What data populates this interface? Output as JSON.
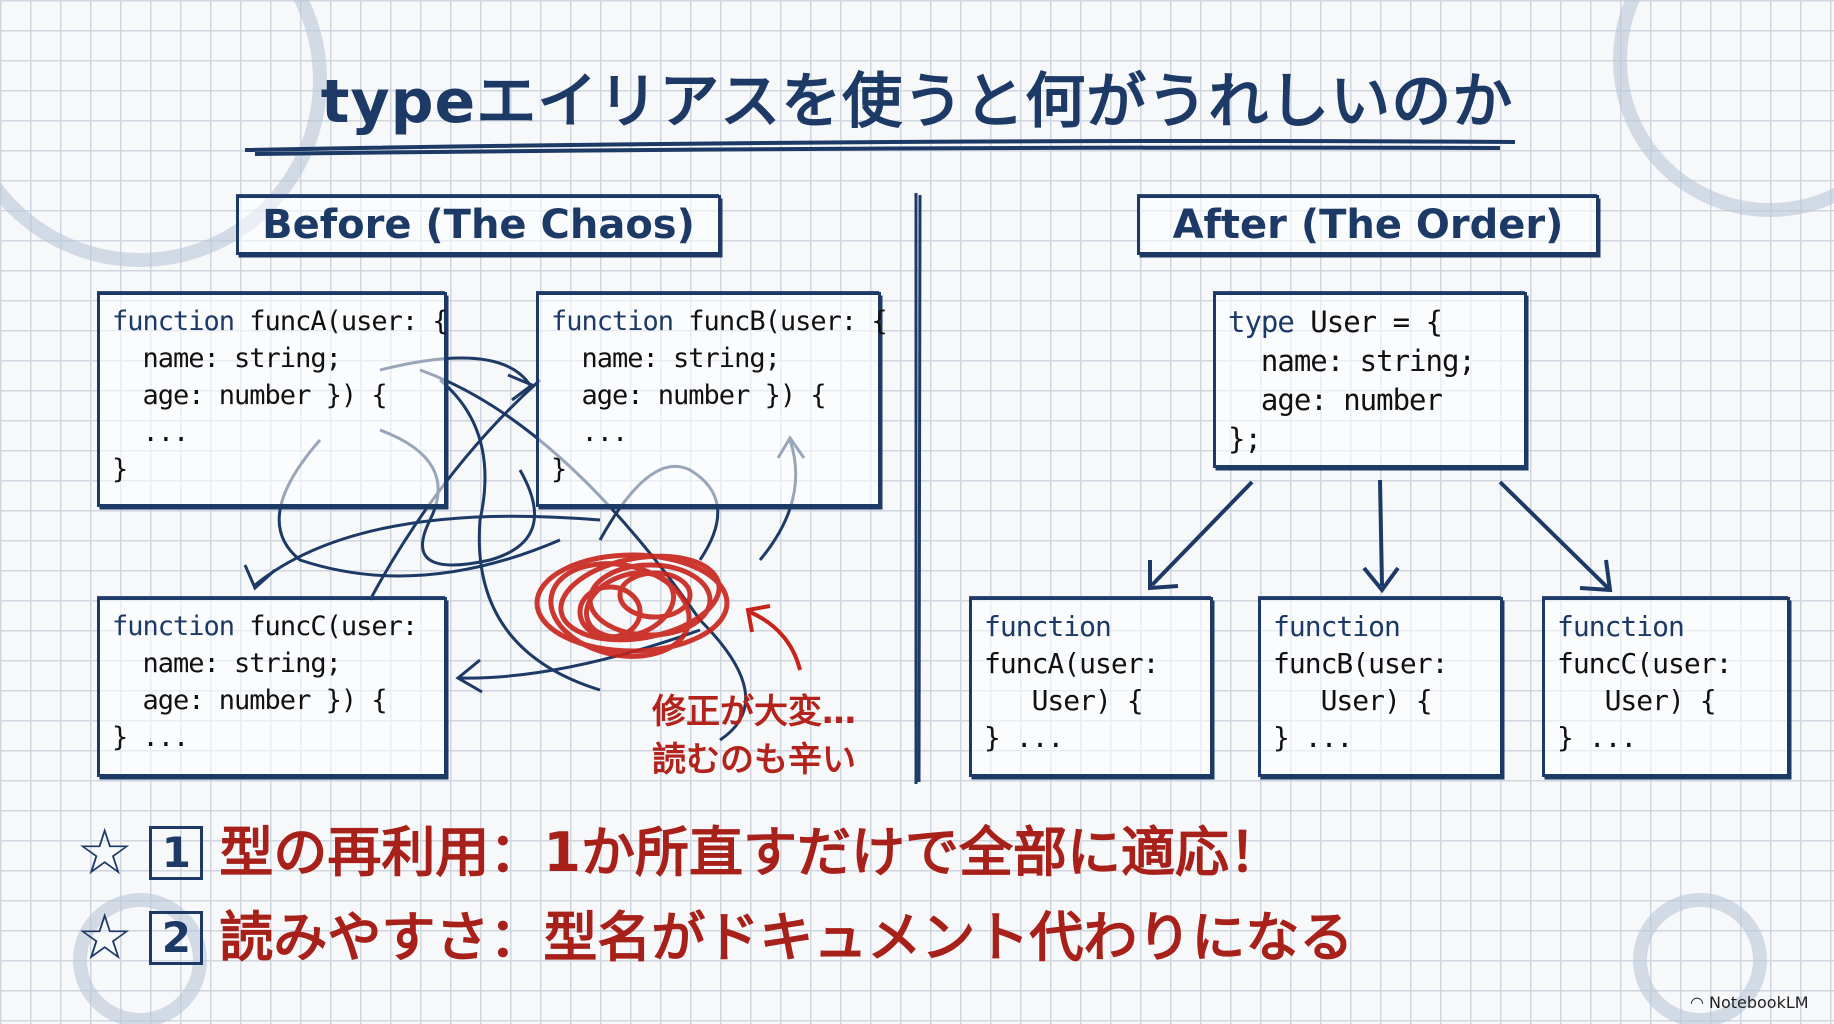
{
  "title": "typeエイリアスを使うと何がうれしいのか",
  "before": {
    "heading": "Before (The Chaos)",
    "funcA": {
      "kw": "function",
      "lines": [
        " funcA(user: {",
        "  name: string;",
        "  age: number }) {",
        "  ...",
        "}"
      ]
    },
    "funcB": {
      "kw": "function",
      "lines": [
        " funcB(user: {",
        "  name: string;",
        "  age: number }) {",
        "  ...",
        "}"
      ]
    },
    "funcC": {
      "kw": "function",
      "lines": [
        " funcC(user:",
        "  name: string;",
        "  age: number }) {",
        "} ..."
      ]
    },
    "annotation": [
      "修正が大変…",
      "読むのも辛い"
    ]
  },
  "after": {
    "heading": "After (The Order)",
    "type_box": {
      "kw": "type",
      "lines": [
        " User = {",
        "  name: string;",
        "  age: number",
        "};"
      ]
    },
    "functions": [
      {
        "kw": "function",
        "lines": [
          "funcA(user:",
          "   User) {",
          "} ..."
        ]
      },
      {
        "kw": "function",
        "lines": [
          "funcB(user:",
          "   User) {",
          "} ..."
        ]
      },
      {
        "kw": "function",
        "lines": [
          "funcC(user:",
          "   User) {",
          "} ..."
        ]
      }
    ]
  },
  "points": [
    {
      "num": "1",
      "text": "型の再利用：1か所直すだけで全部に適応！"
    },
    {
      "num": "2",
      "text": "読みやすさ：型名がドキュメント代わりになる"
    }
  ],
  "brand": "NotebookLM",
  "colors": {
    "navy": "#1d3a66",
    "red": "#b3231c"
  }
}
